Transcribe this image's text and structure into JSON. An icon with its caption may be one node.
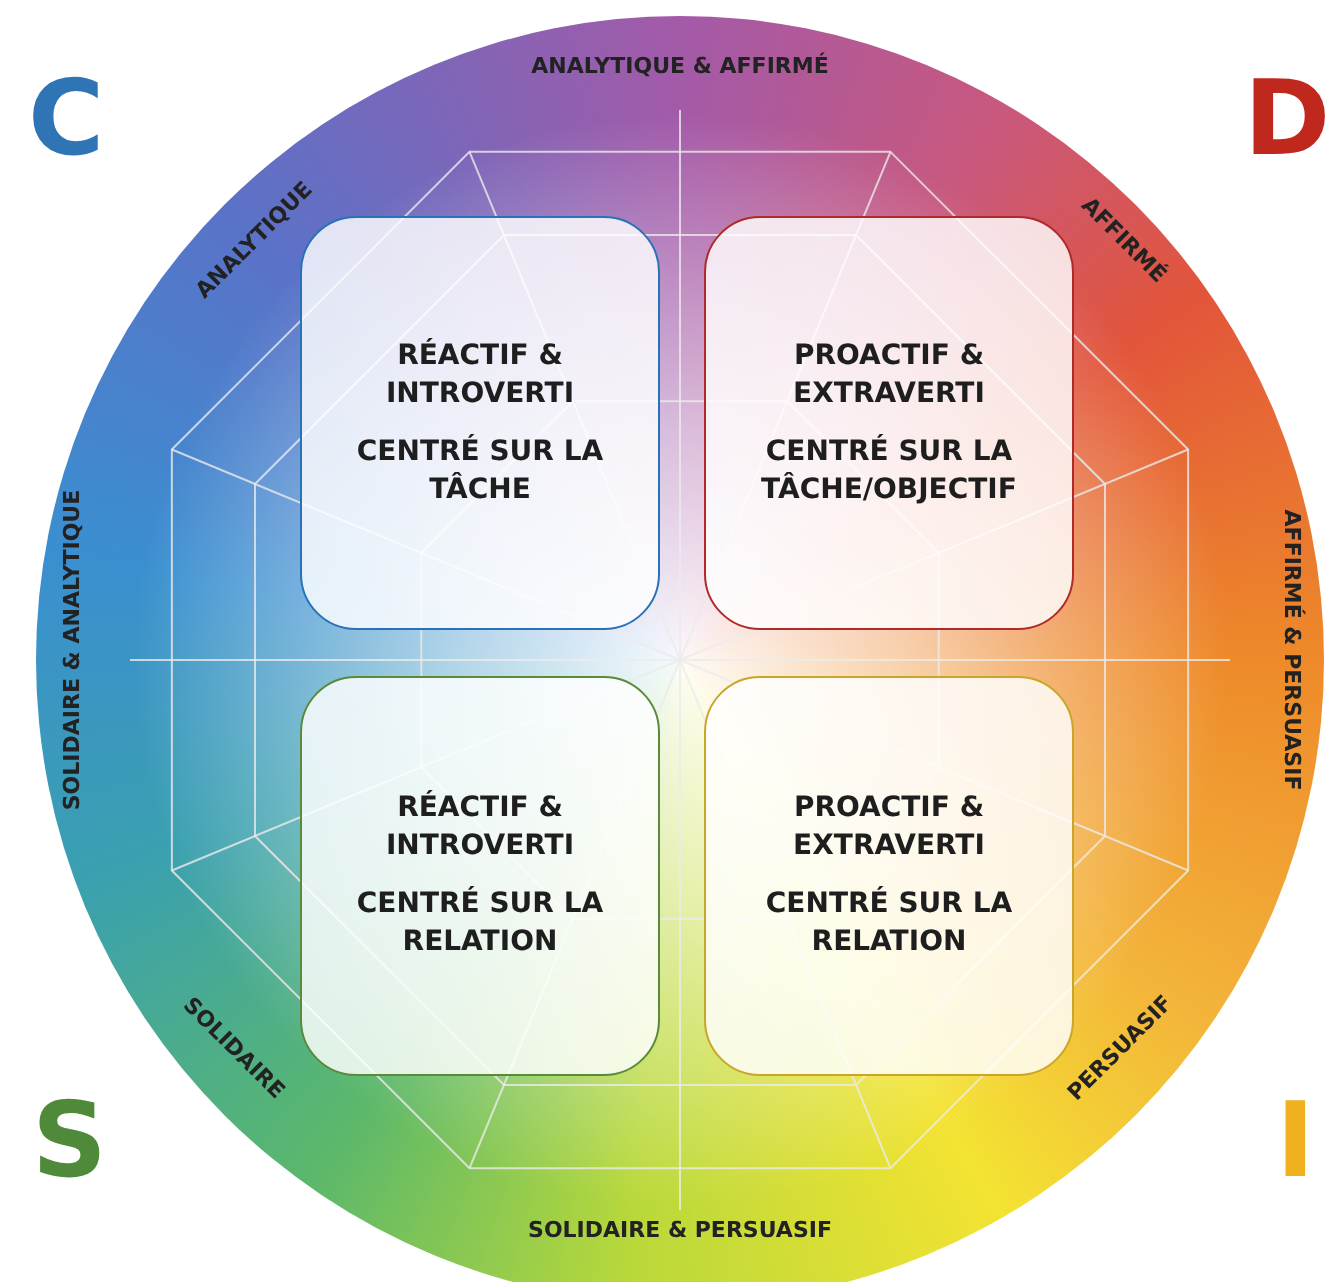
{
  "diagram": {
    "nodes": [
      {
        "text": [
          "RÉACTIF & INTROVERTI",
          "CENTRÉ SUR LA TÂCHE"
        ]
      },
      {
        "text": [
          "PROACTIF & EXTRAVERTI",
          "CENTRÉ SUR LA TÂCHE/OBJECTIF"
        ]
      },
      {
        "text": [
          "RÉACTIF & INTROVERTI",
          "CENTRÉ SUR LA RELATION"
        ]
      },
      {
        "text": [
          "PROACTIF & EXTRAVERTI",
          "CENTRÉ SUR LA RELATION"
        ]
      }
    ],
    "labels": [
      "C",
      "ANALYTIQUE & AFFIRMÉ",
      "D",
      "ANALYTIQUE",
      "AFFIRMÉ",
      "SOLIDAIRE & ANALYTIQUE",
      "AFFIRMÉ & PERSUASIF",
      "SOLIDAIRE",
      "PERSUASIF",
      "S",
      "I",
      "SOLIDAIRE & PERSUASIF"
    ]
  }
}
